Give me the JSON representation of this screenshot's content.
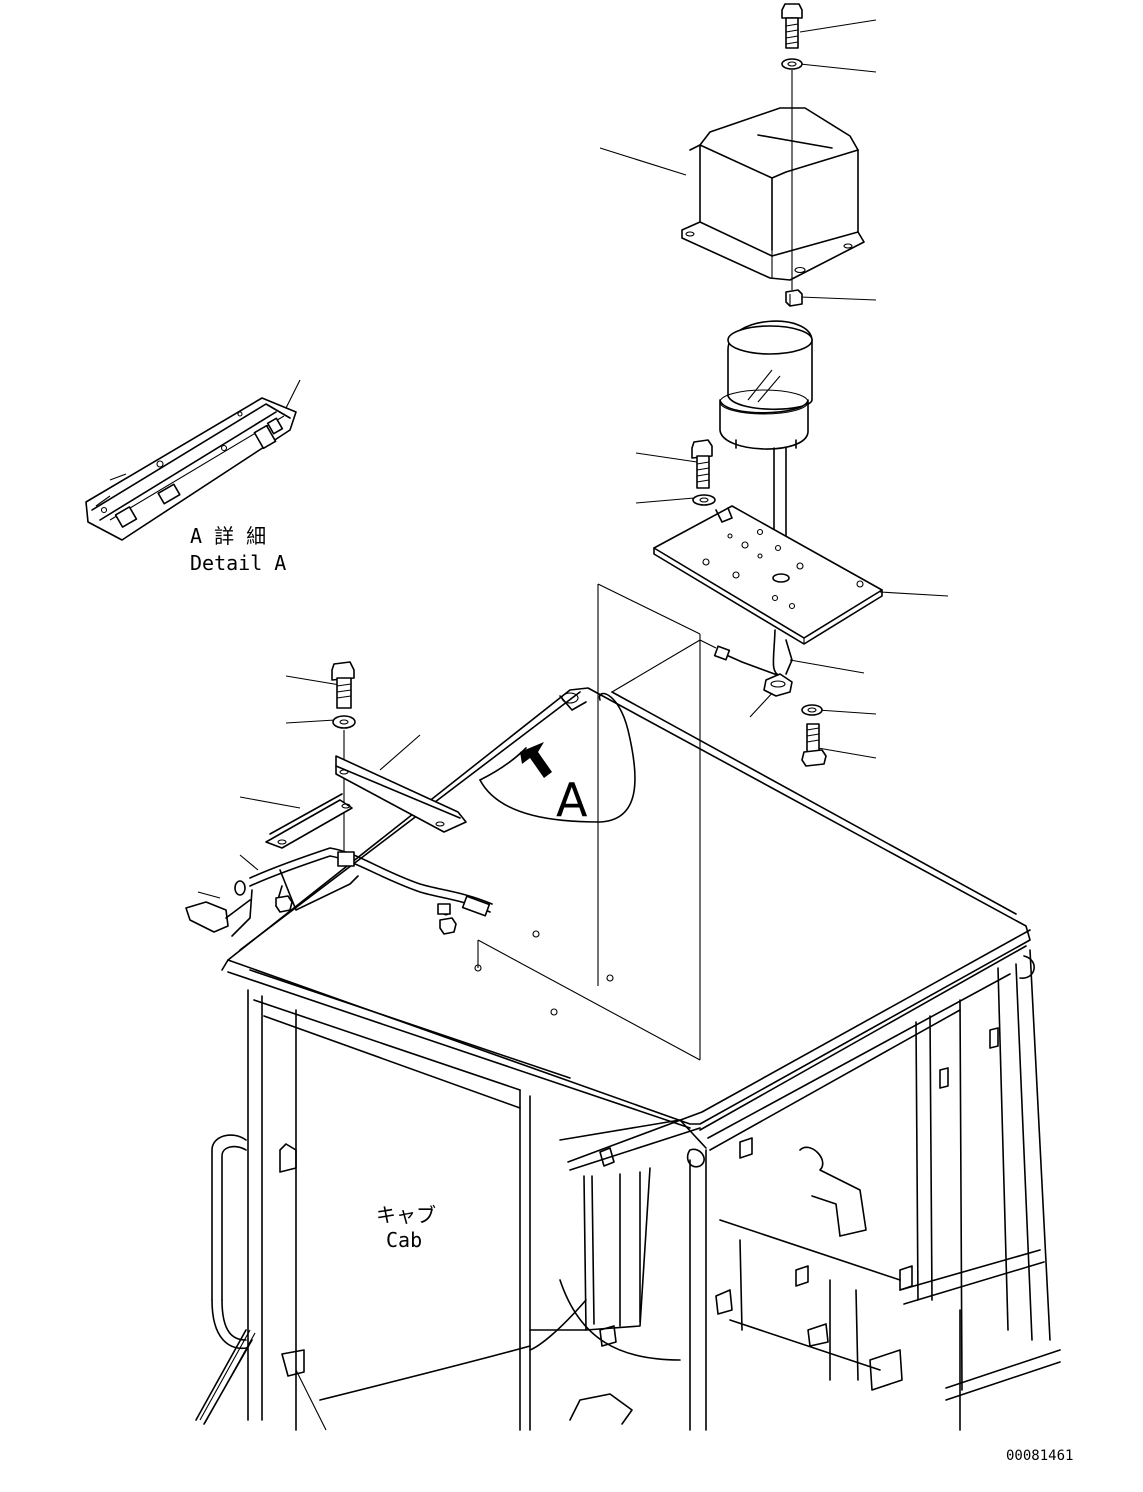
{
  "labels": {
    "detail_jp": "A 詳 細",
    "detail_en": "Detail A",
    "view_letter": "A",
    "cab_jp": "キャブ",
    "cab_en": "Cab",
    "drawing_code": "00081461"
  }
}
